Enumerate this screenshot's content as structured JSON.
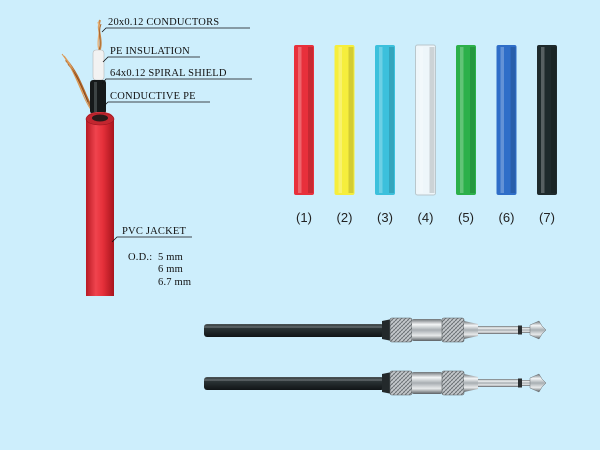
{
  "cable_diagram": {
    "jacket_color": "#e8303b",
    "labels": {
      "conductors": "20x0.12 CONDUCTORS",
      "insulation": "PE INSULATION",
      "shield": "64x0.12 SPIRAL SHIELD",
      "conductive": "CONDUCTIVE PE",
      "jacket": "PVC JACKET"
    },
    "outer_diameter": {
      "prefix": "O.D.:",
      "values": [
        "5 mm",
        "6 mm",
        "6.7 mm"
      ]
    }
  },
  "color_swatches": [
    {
      "label": "(1)",
      "color": "#e8303b"
    },
    {
      "label": "(2)",
      "color": "#f6ee3c"
    },
    {
      "label": "(3)",
      "color": "#3cc0dc"
    },
    {
      "label": "(4)",
      "color": "#eef6fa"
    },
    {
      "label": "(5)",
      "color": "#2cb04a"
    },
    {
      "label": "(6)",
      "color": "#2f6ec8"
    },
    {
      "label": "(7)",
      "color": "#1e2a2c"
    }
  ],
  "cable_assembly": {
    "cable_color": "#1c2224",
    "count": 2
  }
}
